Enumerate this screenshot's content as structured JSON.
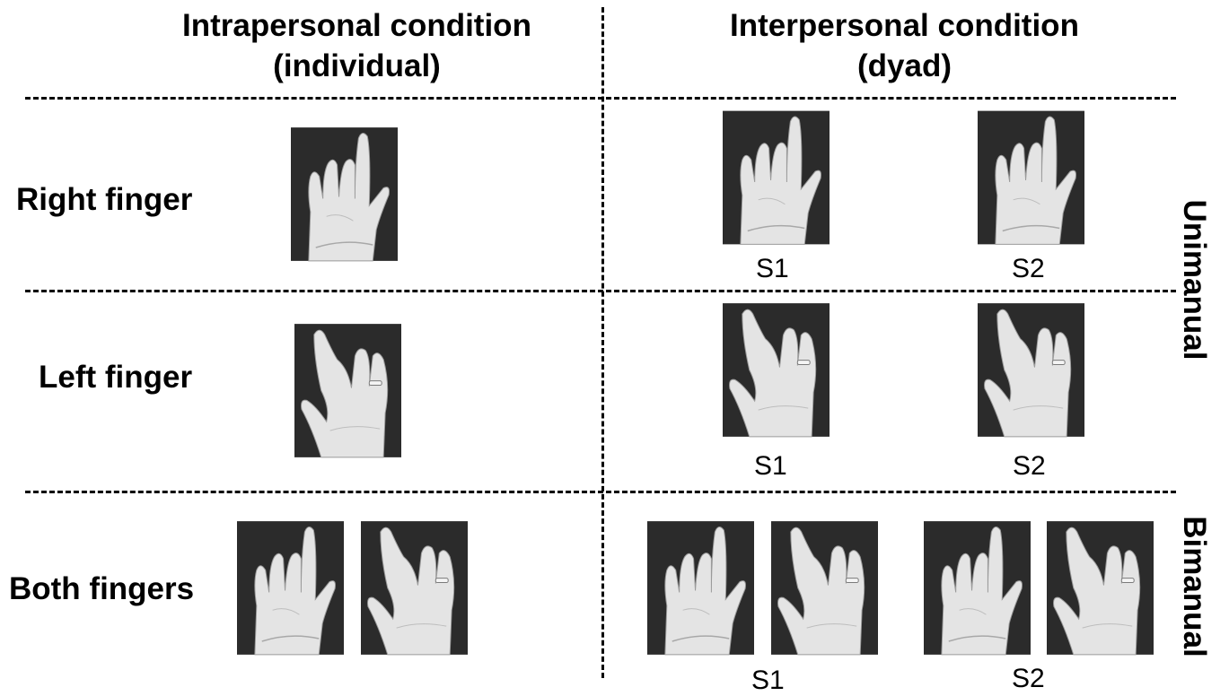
{
  "headers": {
    "intra_line1": "Intrapersonal condition",
    "intra_line2": "(individual)",
    "inter_line1": "Interpersonal condition",
    "inter_line2": "(dyad)"
  },
  "rows": {
    "right": "Right finger",
    "left": "Left finger",
    "both": "Both fingers"
  },
  "side_labels": {
    "unimanual": "Unimanual",
    "bimanual": "Bimanual"
  },
  "subjects": {
    "s1": "S1",
    "s2": "S2"
  },
  "colors": {
    "photo_bg": "#2a2a2a",
    "skin": "#e6e6e6",
    "line": "#000000"
  }
}
